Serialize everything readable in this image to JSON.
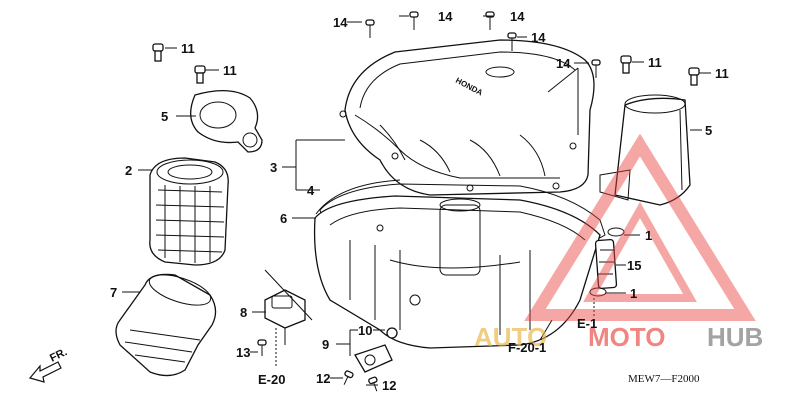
{
  "callouts": {
    "c14a": "14",
    "c14b": "14",
    "c14c": "14",
    "c14d": "14",
    "c14e": "14",
    "c11a": "11",
    "c11b": "11",
    "c11c": "11",
    "c11d": "11",
    "c5a": "5",
    "c5b": "5",
    "c2": "2",
    "c3": "3",
    "c4": "4",
    "c6": "6",
    "c7": "7",
    "c8": "8",
    "c9": "9",
    "c10": "10",
    "c12a": "12",
    "c12b": "12",
    "c13": "13",
    "c1a": "1",
    "c1b": "1",
    "c15": "15"
  },
  "refs": {
    "e20": "E-20",
    "e1": "E-1",
    "f201": "F-20-1",
    "fr": "FR."
  },
  "diagram_code": "MEW7—F2000",
  "cover_brand": "HONDA",
  "watermark": {
    "text_auto": "AUTO",
    "text_moto": "MOTO",
    "text_hub": "HUB",
    "color_red": "#e8423c",
    "color_gold": "#e8b13c",
    "color_gray": "#6f6f6f"
  }
}
